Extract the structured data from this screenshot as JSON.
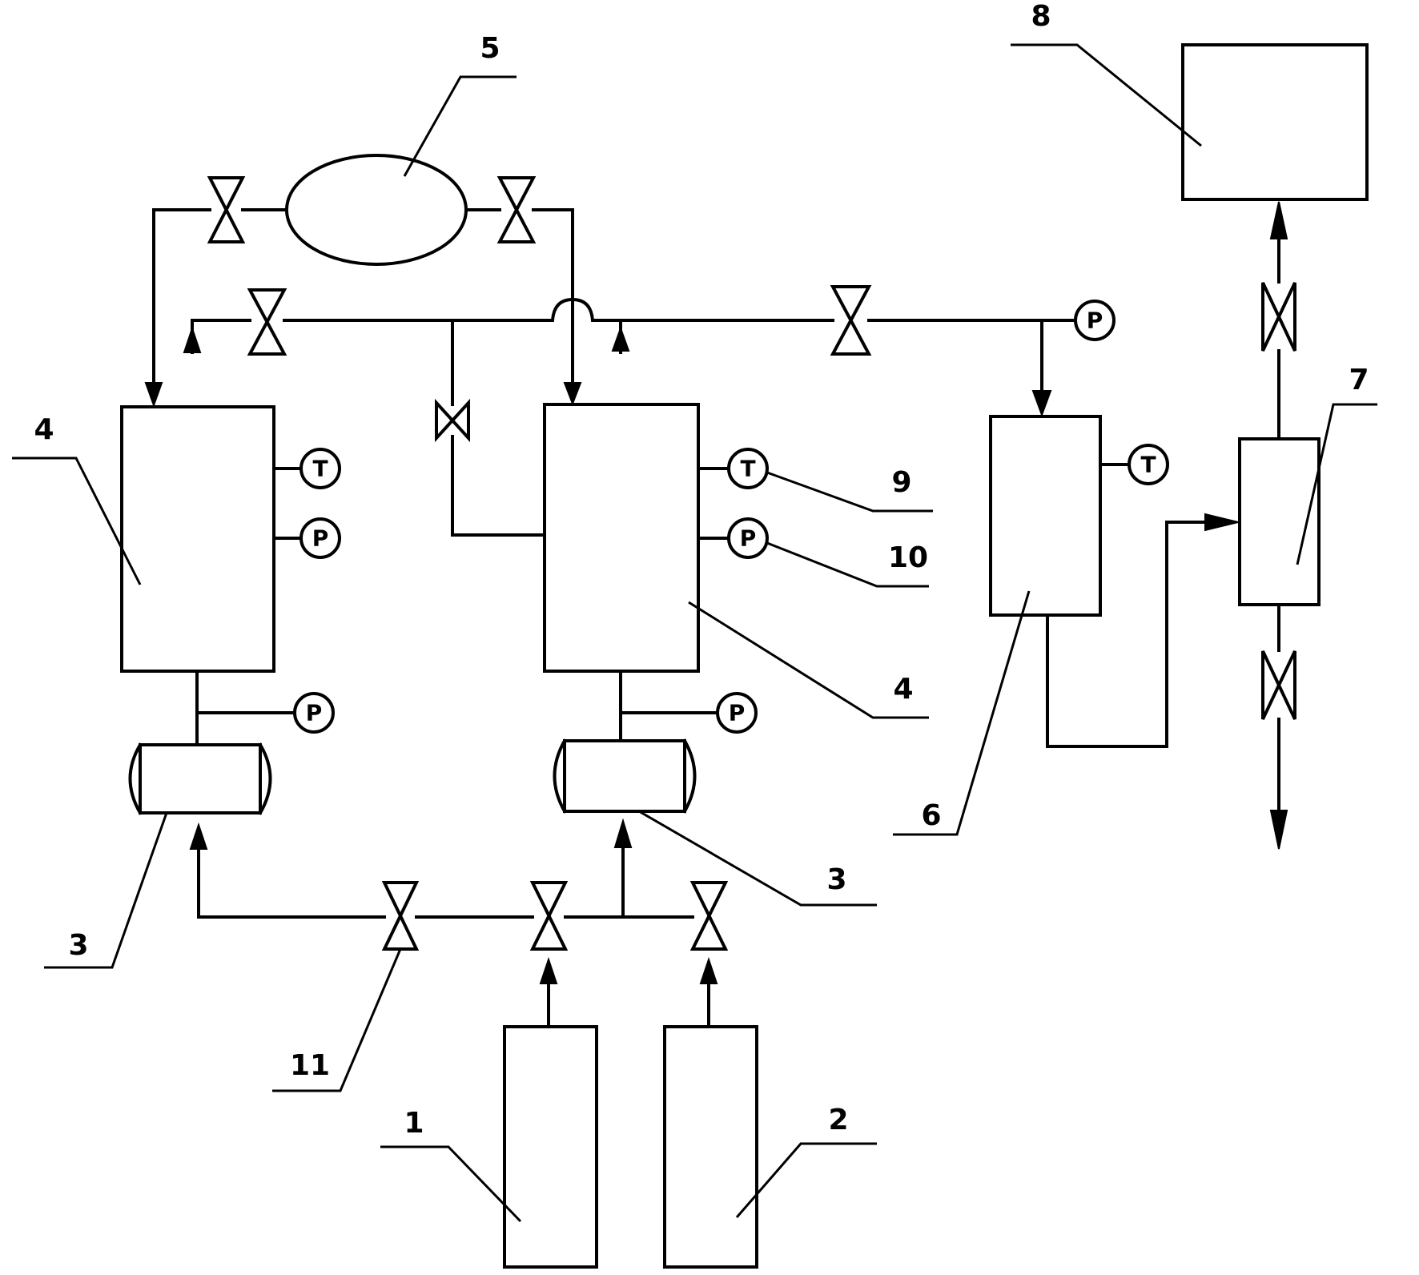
{
  "labels": {
    "n1": "1",
    "n2": "2",
    "n3a": "3",
    "n3b": "3",
    "n4a": "4",
    "n4b": "4",
    "n5": "5",
    "n6": "6",
    "n7": "7",
    "n8": "8",
    "n9": "9",
    "n10": "10",
    "n11": "11"
  },
  "gauges": {
    "t": "T",
    "p": "P"
  }
}
